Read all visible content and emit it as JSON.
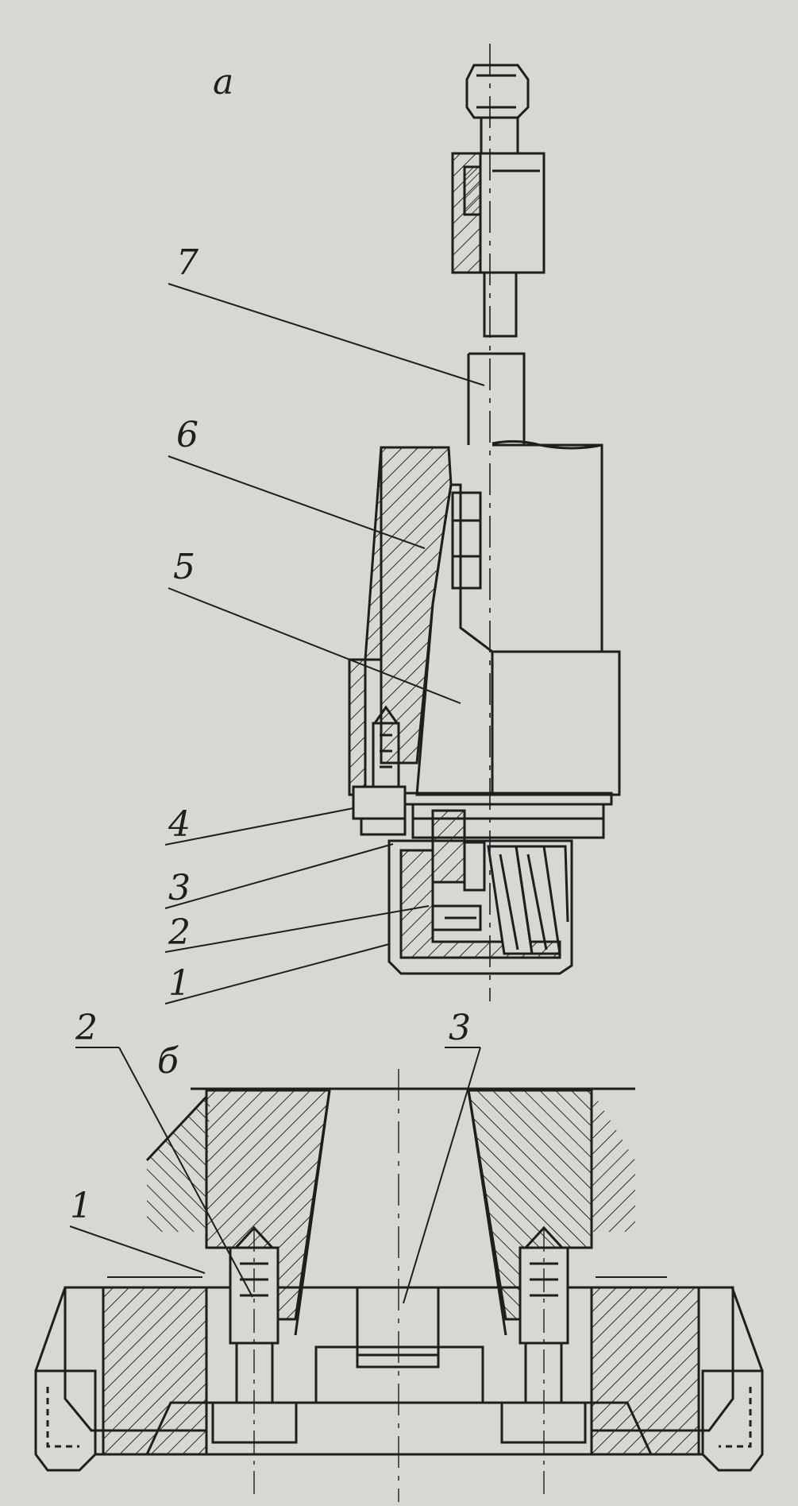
{
  "view_a": {
    "title": "а",
    "labels": [
      "7",
      "6",
      "5",
      "4",
      "3",
      "2",
      "1"
    ]
  },
  "view_b": {
    "title": "б",
    "labels": [
      "2",
      "1",
      "3"
    ]
  },
  "colors": {
    "paper": "#d9d7d1",
    "ink": "#1e1e1e",
    "hatch": "#2a2a2a"
  }
}
